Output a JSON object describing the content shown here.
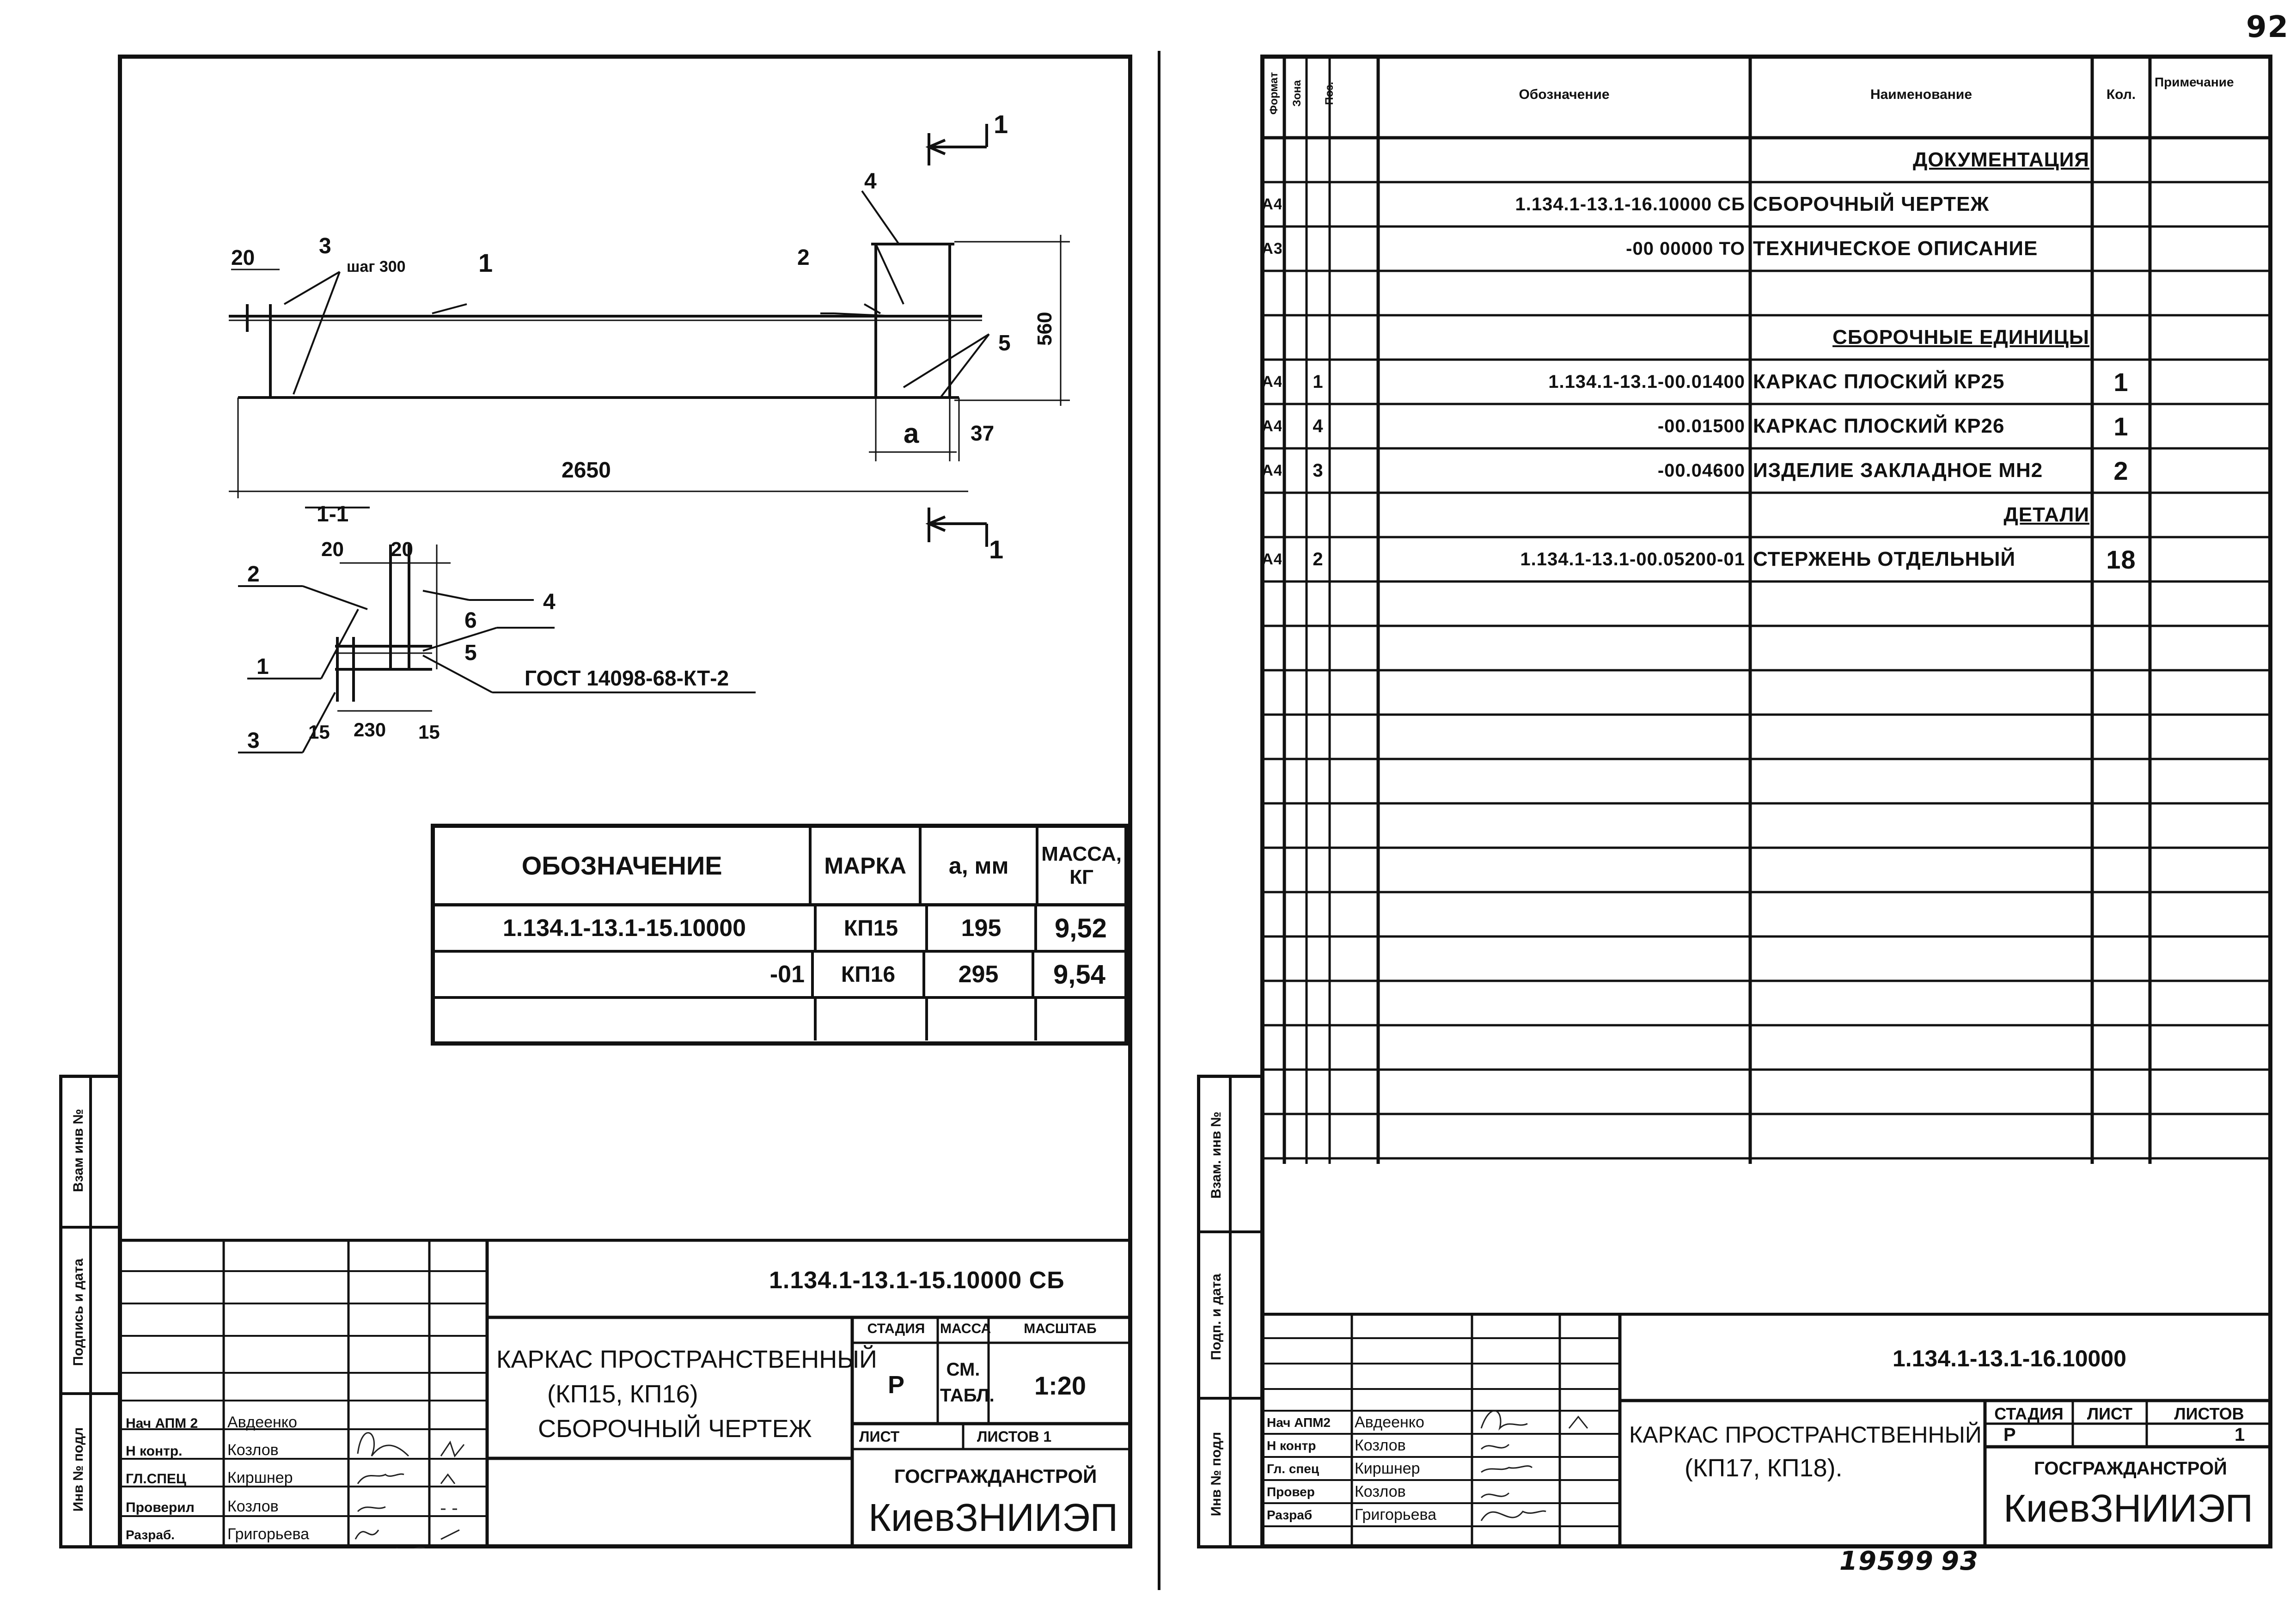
{
  "page_number": "92",
  "bottom_numbers": [
    "19599",
    "93"
  ],
  "left_sheet": {
    "drawing": {
      "section_mark_label": "1",
      "dimensions": {
        "top_20": "20",
        "step": "шаг 300",
        "height_560": "560",
        "length_2650": "2650",
        "dim_a": "a",
        "dim_37": "37",
        "section_title": "1-1",
        "sec_20_left": "20",
        "sec_20_right": "20",
        "sec_15_left": "15",
        "sec_230": "230",
        "sec_15_right": "15"
      },
      "callouts": [
        "1",
        "2",
        "3",
        "4",
        "5",
        "6"
      ],
      "gost_note": "ГОСТ 14098-68-КТ-2"
    },
    "variants_table": {
      "headers": [
        "Обозначение",
        "Марка",
        "a, мм",
        "Масса, кг"
      ],
      "rows": [
        [
          "1.134.1-13.1-15.10000",
          "КП15",
          "195",
          "9,52"
        ],
        [
          "-01",
          "КП16",
          "295",
          "9,54"
        ],
        [
          "",
          "",
          "",
          ""
        ]
      ]
    },
    "side_stamp": [
      "Инв № подл",
      "Подпись и дата",
      "Взам инв №"
    ],
    "title_block": {
      "code": "1.134.1-13.1-15.10000 СБ",
      "title_line1": "Каркас пространственный",
      "title_line2": "(КП15, КП16)",
      "title_line3": "Сборочный чертеж",
      "col_headers": [
        "Стадия",
        "Масса",
        "Масштаб"
      ],
      "stage": "Р",
      "mass": "см. табл.",
      "scale": "1:20",
      "sheet_label": "Лист",
      "sheets_label": "Листов 1",
      "org1": "ГОСГРАЖДАНСТРОЙ",
      "org2": "КиевЗНИИЭП",
      "staff": [
        {
          "role": "Нач АПМ 2",
          "name": "Авдеенко"
        },
        {
          "role": "Н контр.",
          "name": "Козлов"
        },
        {
          "role": "ГЛ.СПЕЦ",
          "name": "Киршнер"
        },
        {
          "role": "Проверил",
          "name": "Козлов"
        },
        {
          "role": "Разраб.",
          "name": "Григорьева"
        }
      ]
    }
  },
  "right_sheet": {
    "spec_headers": [
      "Формат",
      "Зона",
      "Поз.",
      "Обозначение",
      "Наименование",
      "Кол.",
      "Примечание"
    ],
    "rows": [
      {
        "format": "",
        "zone": "",
        "pos": "",
        "designation": "",
        "name": "Документация",
        "qty": "",
        "note": "",
        "section": true
      },
      {
        "format": "А4",
        "zone": "",
        "pos": "",
        "designation": "1.134.1-13.1-16.10000 СБ",
        "name": "Сборочный чертеж",
        "qty": "",
        "note": ""
      },
      {
        "format": "А3",
        "zone": "",
        "pos": "",
        "designation": "-00 00000 ТО",
        "name": "Техническое описание",
        "qty": "",
        "note": ""
      },
      {
        "format": "",
        "zone": "",
        "pos": "",
        "designation": "",
        "name": "",
        "qty": "",
        "note": ""
      },
      {
        "format": "",
        "zone": "",
        "pos": "",
        "designation": "",
        "name": "Сборочные единицы",
        "qty": "",
        "note": "",
        "section": true
      },
      {
        "format": "А4",
        "zone": "",
        "pos": "1",
        "designation": "1.134.1-13.1-00.01400",
        "name": "Каркас плоский КР25",
        "qty": "1",
        "note": ""
      },
      {
        "format": "А4",
        "zone": "",
        "pos": "4",
        "designation": "-00.01500",
        "name": "Каркас плоский КР26",
        "qty": "1",
        "note": ""
      },
      {
        "format": "А4",
        "zone": "",
        "pos": "3",
        "designation": "-00.04600",
        "name": "Изделие закладное МН2",
        "qty": "2",
        "note": ""
      },
      {
        "format": "",
        "zone": "",
        "pos": "",
        "designation": "",
        "name": "Детали",
        "qty": "",
        "note": "",
        "section": true
      },
      {
        "format": "А4",
        "zone": "",
        "pos": "2",
        "designation": "1.134.1-13.1-00.05200-01",
        "name": "Стержень отдельный",
        "qty": "18",
        "note": ""
      }
    ],
    "side_stamp": [
      "Инв № подл",
      "Подп. и дата",
      "Взам. инв №"
    ],
    "title_block": {
      "code": "1.134.1-13.1-16.10000",
      "title_line1": "Каркас пространственный",
      "title_line2": "(КП17, КП18).",
      "col_headers": [
        "Стадия",
        "Лист",
        "Листов"
      ],
      "stage": "Р",
      "sheets": "1",
      "org1": "ГОСГРАЖДАНСТРОЙ",
      "org2": "КиевЗНИИЭП",
      "staff": [
        {
          "role": "Нач АПМ2",
          "name": "Авдеенко"
        },
        {
          "role": "Н контр",
          "name": "Козлов"
        },
        {
          "role": "Гл. спец",
          "name": "Киршнер"
        },
        {
          "role": "Провер",
          "name": "Козлов"
        },
        {
          "role": "Разраб",
          "name": "Григорьева"
        }
      ]
    }
  }
}
